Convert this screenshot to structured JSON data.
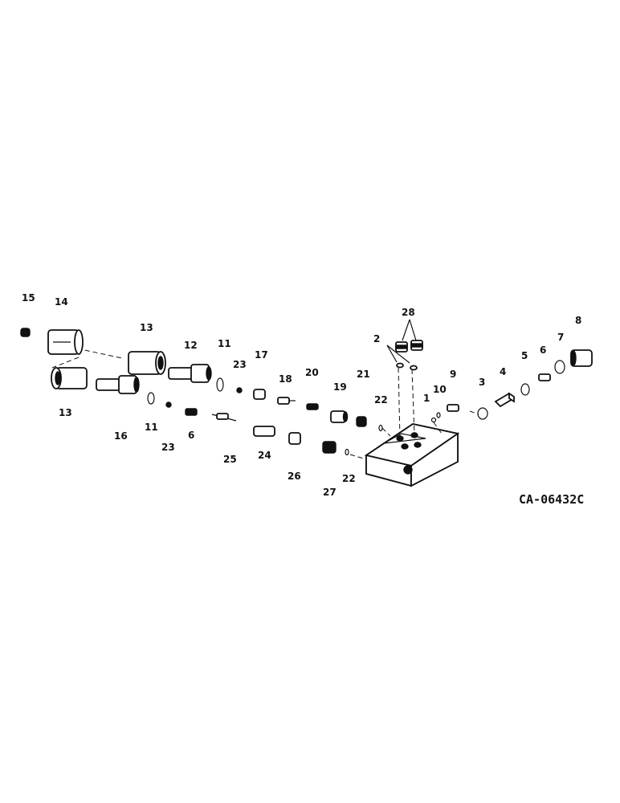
{
  "diagram": {
    "code": "CA-06432C",
    "labels": {
      "l1": "1",
      "l2": "2",
      "l3": "3",
      "l4": "4",
      "l5": "5",
      "l6a": "6",
      "l6b": "6",
      "l7": "7",
      "l8": "8",
      "l9": "9",
      "l10": "10",
      "l11a": "11",
      "l11b": "11",
      "l12": "12",
      "l13a": "13",
      "l13b": "13",
      "l14": "14",
      "l15": "15",
      "l16": "16",
      "l17": "17",
      "l18": "18",
      "l19": "19",
      "l20": "20",
      "l21": "21",
      "l22a": "22",
      "l22b": "22",
      "l23a": "23",
      "l23b": "23",
      "l24": "24",
      "l25": "25",
      "l26": "26",
      "l27": "27",
      "l28": "28"
    }
  }
}
